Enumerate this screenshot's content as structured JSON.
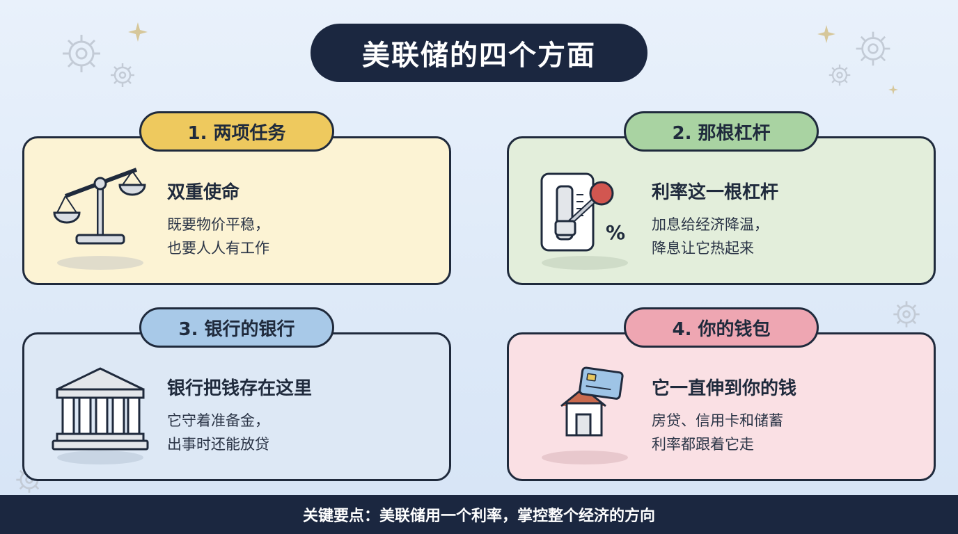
{
  "title": "美联储的四个方面",
  "cards": [
    {
      "badge": "1. 两项任务",
      "heading": "双重使命",
      "lines": [
        "既要物价平稳，",
        "也要人人有工作"
      ],
      "icon": "balance-scale-icon",
      "colors": {
        "card": "#fcf3d4",
        "badge": "#eec95e"
      }
    },
    {
      "badge": "2. 那根杠杆",
      "heading": "利率这一根杠杆",
      "lines": [
        "加息给经济降温，",
        "降息让它热起来"
      ],
      "icon": "lever-switch-icon",
      "icon_label": "%",
      "colors": {
        "card": "#e3eedb",
        "badge": "#a9d3a2"
      }
    },
    {
      "badge": "3. 银行的银行",
      "heading": "银行把钱存在这里",
      "lines": [
        "它守着准备金，",
        "出事时还能放贷"
      ],
      "icon": "bank-building-icon",
      "colors": {
        "card": "#dde8f5",
        "badge": "#a8c9e8"
      }
    },
    {
      "badge": "4. 你的钱包",
      "heading": "它一直伸到你的钱",
      "lines": [
        "房贷、信用卡和储蓄",
        "利率都跟着它走"
      ],
      "icon": "house-credit-card-icon",
      "colors": {
        "card": "#fae0e4",
        "badge": "#eea6b2"
      }
    }
  ],
  "footer": "关键要点：美联储用一个利率，掌控整个经济的方向",
  "colors": {
    "dark": "#1b2740",
    "outline": "#1f2a3c"
  }
}
